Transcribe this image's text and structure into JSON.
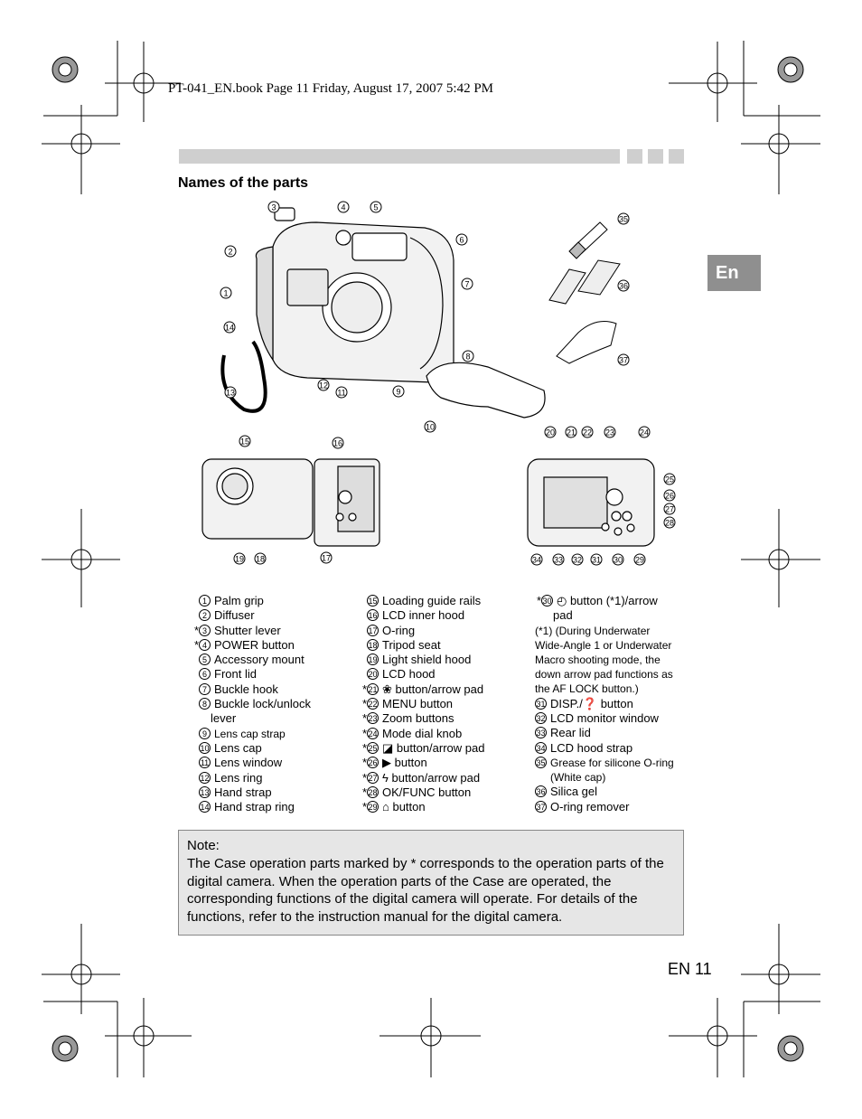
{
  "header": {
    "book_line": "PT-041_EN.book  Page 11  Friday, August 17, 2007  5:42 PM"
  },
  "section_title": "Names of the parts",
  "language_tab": "En",
  "diagram_labels": {
    "top": [
      "1",
      "2",
      "3",
      "4",
      "5",
      "6",
      "7",
      "8",
      "9",
      "10",
      "11",
      "12",
      "13",
      "14"
    ],
    "accessories": [
      "35",
      "36",
      "37"
    ],
    "back_open": [
      "15",
      "16",
      "17",
      "18",
      "19"
    ],
    "back_closed": [
      "20",
      "21",
      "22",
      "23",
      "24",
      "25",
      "26",
      "27",
      "28",
      "29",
      "30",
      "31",
      "32",
      "33",
      "34"
    ]
  },
  "parts_col1": [
    {
      "star": "",
      "num": "1",
      "label": "Palm grip"
    },
    {
      "star": "",
      "num": "2",
      "label": "Diffuser"
    },
    {
      "star": "*",
      "num": "3",
      "label": "Shutter lever"
    },
    {
      "star": "*",
      "num": "4",
      "label": "POWER button"
    },
    {
      "star": "",
      "num": "5",
      "label": "Accessory mount"
    },
    {
      "star": "",
      "num": "6",
      "label": "Front lid"
    },
    {
      "star": "",
      "num": "7",
      "label": "Buckle hook"
    },
    {
      "star": "",
      "num": "8",
      "label": "Buckle lock/unlock"
    },
    {
      "star": "",
      "num": "",
      "label": "lever"
    },
    {
      "star": "",
      "num": "9",
      "label": "Lens cap strap"
    },
    {
      "star": "",
      "num": "10",
      "label": "Lens cap"
    },
    {
      "star": "",
      "num": "11",
      "label": "Lens window"
    },
    {
      "star": "",
      "num": "12",
      "label": "Lens ring"
    },
    {
      "star": "",
      "num": "13",
      "label": "Hand strap"
    },
    {
      "star": "",
      "num": "14",
      "label": "Hand strap ring"
    }
  ],
  "parts_col2": [
    {
      "star": "",
      "num": "15",
      "label": "Loading guide rails"
    },
    {
      "star": "",
      "num": "16",
      "label": "LCD inner hood"
    },
    {
      "star": "",
      "num": "17",
      "label": "O-ring"
    },
    {
      "star": "",
      "num": "18",
      "label": "Tripod seat"
    },
    {
      "star": "",
      "num": "19",
      "label": "Light shield hood"
    },
    {
      "star": "",
      "num": "20",
      "label": "LCD hood"
    },
    {
      "star": "*",
      "num": "21",
      "label": "❀ button/arrow pad"
    },
    {
      "star": "*",
      "num": "22",
      "label": "MENU button"
    },
    {
      "star": "*",
      "num": "23",
      "label": "Zoom buttons"
    },
    {
      "star": "*",
      "num": "24",
      "label": "Mode dial knob"
    },
    {
      "star": "*",
      "num": "25",
      "label": "◪ button/arrow pad"
    },
    {
      "star": "*",
      "num": "26",
      "label": "▶ button"
    },
    {
      "star": "*",
      "num": "27",
      "label": "ϟ button/arrow pad"
    },
    {
      "star": "*",
      "num": "28",
      "label": "OK/FUNC button"
    },
    {
      "star": "*",
      "num": "29",
      "label": "⌂ button"
    }
  ],
  "parts_col3_first": {
    "star": "*",
    "num": "30",
    "label": "◴ button (*1)/arrow",
    "cont": "pad"
  },
  "footnote_lines": [
    "(*1) (During Underwater",
    "Wide-Angle 1 or Underwater",
    "Macro shooting mode, the",
    "down arrow pad functions as",
    "the AF LOCK button.)"
  ],
  "parts_col3": [
    {
      "num": "31",
      "label": "DISP./❓ button"
    },
    {
      "num": "32",
      "label": "LCD monitor window"
    },
    {
      "num": "33",
      "label": "Rear lid"
    },
    {
      "num": "34",
      "label": "LCD hood strap"
    },
    {
      "num": "35",
      "label": "Grease for silicone O-ring"
    },
    {
      "num": "",
      "label": "(White cap)"
    },
    {
      "num": "36",
      "label": "Silica gel"
    },
    {
      "num": "37",
      "label": "O-ring remover"
    }
  ],
  "note": {
    "heading": "Note:",
    "body": "The Case operation parts marked by * corresponds to the operation parts of the digital camera. When the operation parts of the Case are operated, the corresponding functions of the digital camera will operate. For details of the functions, refer to the instruction manual for the digital camera."
  },
  "page_number": "EN 11"
}
